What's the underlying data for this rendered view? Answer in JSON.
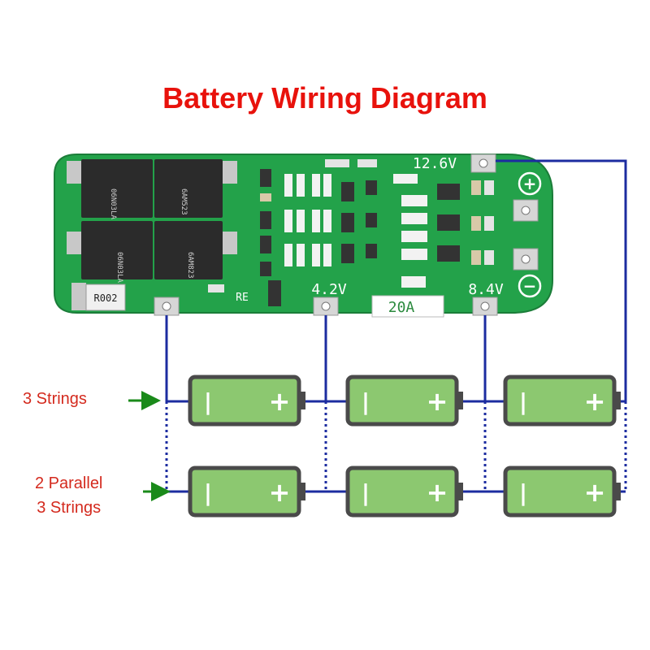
{
  "title": "Battery Wiring Diagram",
  "colors": {
    "title": "#e8120c",
    "label_text": "#d42a1e",
    "arrow": "#1a8a1a",
    "wire": "#1c2ca0",
    "pcb": "#23a24a",
    "battery_fill": "#8cc870",
    "battery_border": "#4a4a4a"
  },
  "board": {
    "terminal_labels": {
      "top_right": "12.6V",
      "middle": "4.2V",
      "right": "8.4V"
    },
    "current_label": "20A",
    "chip_labels": [
      "06N03LA",
      "6AM523",
      "06N03LA",
      "6AM823"
    ],
    "resistor_label": "R002",
    "silk_re": "RE",
    "plus_symbol": "+",
    "minus_symbol": "−"
  },
  "rows": [
    {
      "label_lines": [
        "3 Strings"
      ],
      "batteries": 3
    },
    {
      "label_lines": [
        "2 Parallel",
        "3 Strings"
      ],
      "batteries": 3
    }
  ],
  "battery": {
    "neg_symbol": "|",
    "pos_symbol": "+"
  }
}
